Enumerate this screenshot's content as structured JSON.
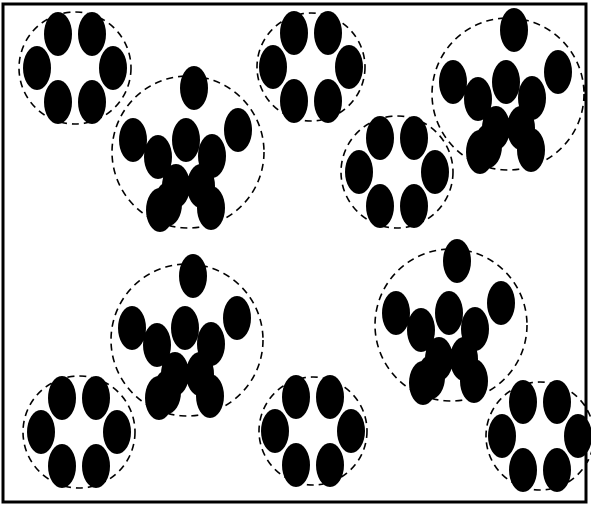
{
  "diagram": {
    "colors": {
      "background": "#ffffff",
      "frame": "#000000",
      "particle": "#000000",
      "boundary": "#000000"
    },
    "clusters": [
      {
        "id": "ring-1",
        "shape": "ring",
        "particle_count": 6
      },
      {
        "id": "star-1",
        "shape": "star",
        "particle_count": 11
      },
      {
        "id": "ring-2",
        "shape": "ring",
        "particle_count": 6
      },
      {
        "id": "ring-3",
        "shape": "ring",
        "particle_count": 6
      },
      {
        "id": "star-2",
        "shape": "star",
        "particle_count": 11
      },
      {
        "id": "star-3",
        "shape": "star",
        "particle_count": 11
      },
      {
        "id": "star-4",
        "shape": "star",
        "particle_count": 11
      },
      {
        "id": "ring-4",
        "shape": "ring",
        "particle_count": 6
      },
      {
        "id": "ring-5",
        "shape": "ring",
        "particle_count": 6
      },
      {
        "id": "ring-6",
        "shape": "ring",
        "particle_count": 6
      }
    ]
  }
}
